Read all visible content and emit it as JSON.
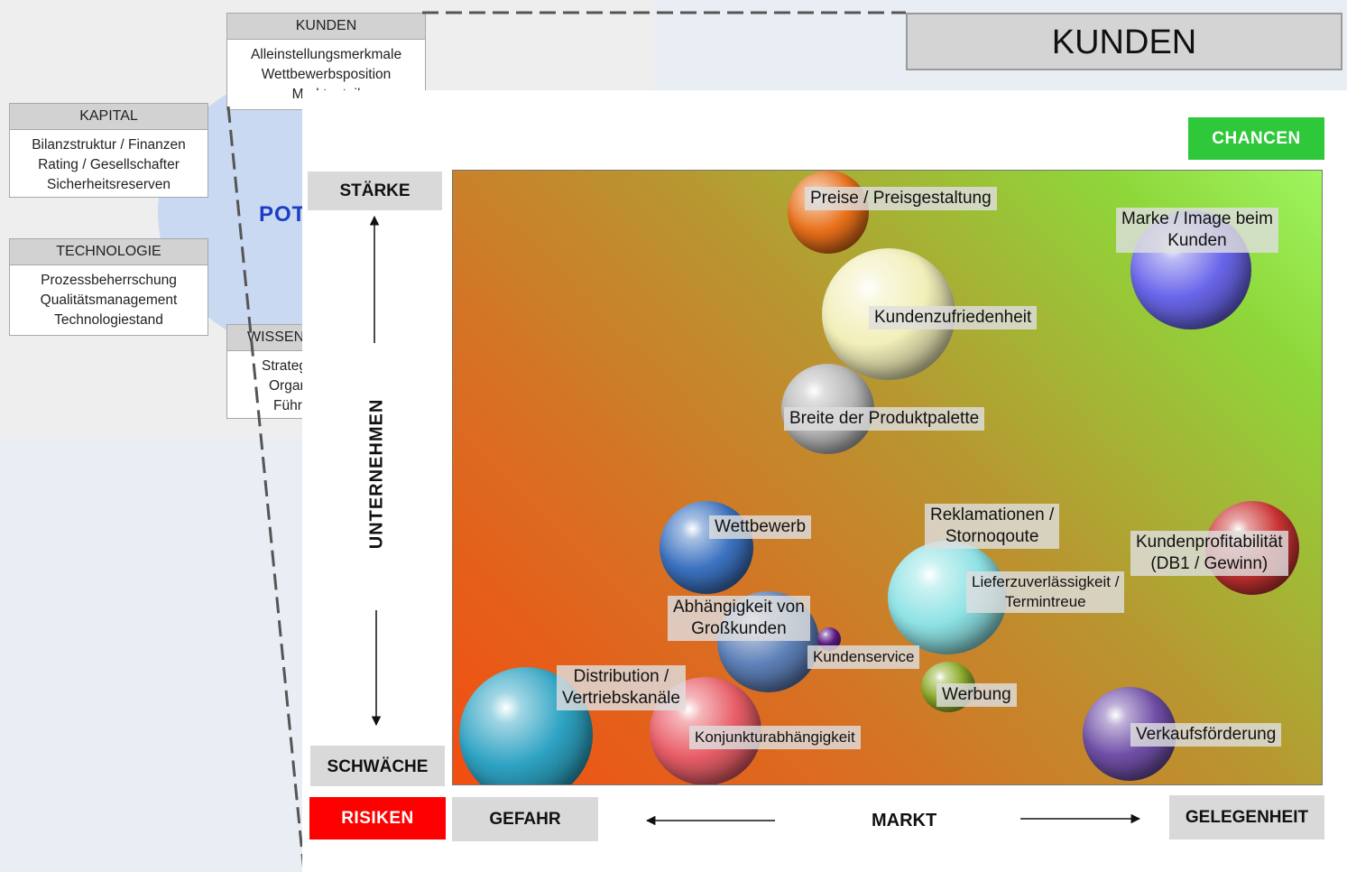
{
  "left_area": {
    "pot_label": "POT",
    "cards": [
      {
        "title": "KUNDEN",
        "lines": [
          "Alleinstellungsmerkmale",
          "Wettbewerbsposition",
          "Marktanteil"
        ]
      },
      {
        "title": "KAPITAL",
        "lines": [
          "Bilanzstruktur / Finanzen",
          "Rating / Gesellschafter",
          "Sicherheitsreserven"
        ]
      },
      {
        "title": "TECHNOLOGIE",
        "lines": [
          "Prozessbeherrschung",
          "Qualitätsmanagement",
          "Technologiestand"
        ]
      },
      {
        "title": "WISSEN",
        "lines": [
          "Strateg",
          "Organ",
          "Führ"
        ]
      }
    ]
  },
  "title": "KUNDEN",
  "chancen": "CHANCEN",
  "risiken": "RISIKEN",
  "axis": {
    "staerke": "STÄRKE",
    "schwaeche": "SCHWÄCHE",
    "unternehmen": "UNTERNEHMEN",
    "gefahr": "GEFAHR",
    "markt": "MARKT",
    "gelegenheit": "GELEGENHEIT"
  },
  "bubbles": [
    {
      "label": [
        "Preise / Preisgestaltung"
      ],
      "color": "#e8701a"
    },
    {
      "label": [
        "Marke / Image beim",
        "Kunden"
      ],
      "color": "#6a66ea"
    },
    {
      "label": [
        "Kundenzufriedenheit"
      ],
      "color": "#f2efb9"
    },
    {
      "label": [
        "Breite der Produktpalette"
      ],
      "color": "#b8b8b8"
    },
    {
      "label": [
        "Wettbewerb"
      ],
      "color": "#3c72c0"
    },
    {
      "label": [
        "Reklamationen /",
        "Stornoqoute"
      ],
      "color": "#c95d5d"
    },
    {
      "label": [
        "Kundenprofitabilität",
        "(DB1 / Gewinn)"
      ],
      "color": "#cc3434"
    },
    {
      "label": [
        "Lieferzuverlässigkeit /",
        "Termintreue"
      ],
      "color": "#8ee2e4"
    },
    {
      "label": [
        "Abhängigkeit von",
        "Großkunden"
      ],
      "color": "#5d80b8"
    },
    {
      "label": [
        "Kundenservice"
      ],
      "color": "#6a1e9a"
    },
    {
      "label": [
        "Werbung"
      ],
      "color": "#8fae2c"
    },
    {
      "label": [
        "Distribution /",
        "Vertriebskanäle"
      ],
      "color": "#2ea3c3"
    },
    {
      "label": [
        "Konjunkturabhängigkeit"
      ],
      "color": "#e85e68"
    },
    {
      "label": [
        "Verkaufsförderung"
      ],
      "color": "#7050a8"
    }
  ]
}
